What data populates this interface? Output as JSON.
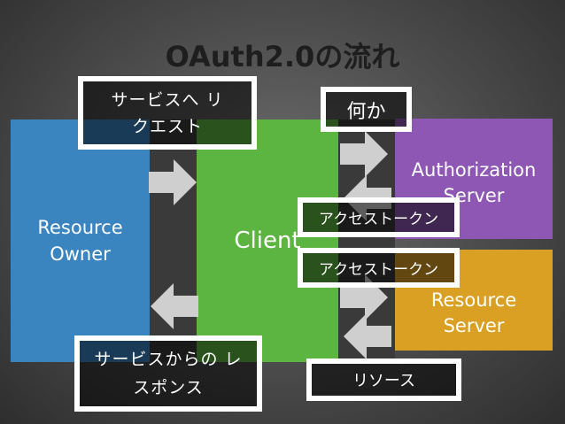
{
  "title": "OAuth2.0の流れ",
  "nodes": {
    "resource_owner": "Resource Owner",
    "client": "Client",
    "authorization_server": "Authorization Server",
    "resource_server": "Resource Server"
  },
  "notes": {
    "service_request": "サービスへ リクエスト",
    "something": "何か",
    "access_token_1": "アクセストークン",
    "access_token_2": "アクセストークン",
    "service_response": "サービスからの レスポンス",
    "resource": "リソース"
  },
  "colors": {
    "resource_owner": "#3a84c0",
    "client": "#5bb540",
    "authorization_server": "#8e57b3",
    "resource_server": "#d9a024",
    "arrow": "#cfcfcf"
  }
}
